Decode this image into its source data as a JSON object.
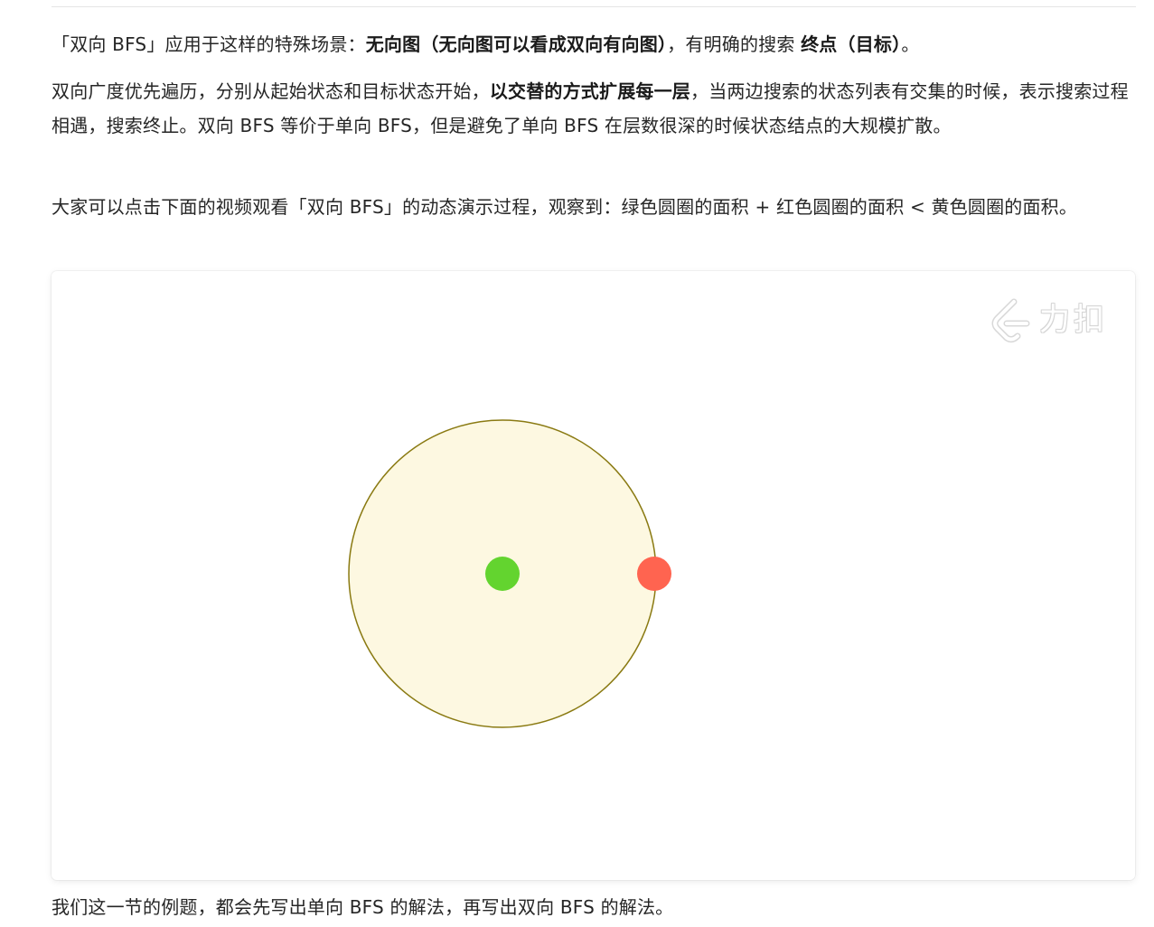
{
  "paragraphs": {
    "p1": {
      "part1": "「双向 BFS」应用于这样的特殊场景：",
      "bold1": "无向图（无向图可以看成双向有向图）",
      "part2": "，有明确的搜索 ",
      "bold2": "终点（目标）",
      "part3": "。"
    },
    "p2": {
      "part1": "双向广度优先遍历，分别从起始状态和目标状态开始，",
      "bold1": "以交替的方式扩展每一层",
      "part2": "，当两边搜索的状态列表有交集的时候，表示搜索过程相遇，搜索终止。双向 BFS 等价于单向 BFS，但是避免了单向 BFS 在层数很深的时候状态结点的大规模扩散。"
    },
    "p3": {
      "text": "大家可以点击下面的视频观看「双向 BFS」的动态演示过程，观察到：绿色圆圈的面积 + 红色圆圈的面积 < 黄色圆圈的面积。"
    },
    "p4": {
      "text": "我们这一节的例题，都会先写出单向 BFS 的解法，再写出双向 BFS 的解法。"
    }
  },
  "video": {
    "watermark": "力扣",
    "watermark_icon": "leetcode-logo-icon",
    "colors": {
      "yellow_fill": "#fdf8e1",
      "yellow_stroke": "#8a7a12",
      "green": "#63d42f",
      "red": "#ff6450"
    }
  }
}
